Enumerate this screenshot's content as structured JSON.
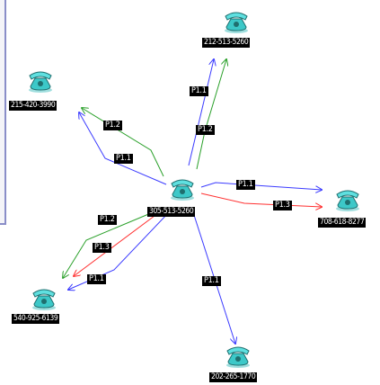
{
  "colors": {
    "P1.1": "#3b3bff",
    "P1.2": "#2aa02a",
    "P1.3": "#ff3030",
    "phone": "#3cc8c8"
  },
  "center": {
    "number": "305-513-5260"
  },
  "phones": [
    {
      "id": "top",
      "number": "212-513-5260"
    },
    {
      "id": "upper-left",
      "number": "215-420-3990"
    },
    {
      "id": "right",
      "number": "708-618-8277"
    },
    {
      "id": "lower-left",
      "number": "540-925-6139"
    },
    {
      "id": "bottom",
      "number": "202-265-1770"
    }
  ],
  "links": [
    {
      "id": "to-top-p11",
      "label": "P1.1",
      "kind": "P1.1"
    },
    {
      "id": "to-top-p12",
      "label": "P1.2",
      "kind": "P1.2"
    },
    {
      "id": "to-upperleft-p12",
      "label": "P1.2",
      "kind": "P1.2"
    },
    {
      "id": "to-upperleft-p11",
      "label": "P1.1",
      "kind": "P1.1"
    },
    {
      "id": "to-right-p11",
      "label": "P1.1",
      "kind": "P1.1"
    },
    {
      "id": "to-right-p13",
      "label": "P1.3",
      "kind": "P1.3"
    },
    {
      "id": "to-lowerleft-p12",
      "label": "P1.2",
      "kind": "P1.2"
    },
    {
      "id": "to-lowerleft-p13",
      "label": "P1.3",
      "kind": "P1.3"
    },
    {
      "id": "to-lowerleft-p11",
      "label": "P1.1",
      "kind": "P1.1"
    },
    {
      "id": "to-bottom-p11",
      "label": "P1.1",
      "kind": "P1.1"
    }
  ]
}
